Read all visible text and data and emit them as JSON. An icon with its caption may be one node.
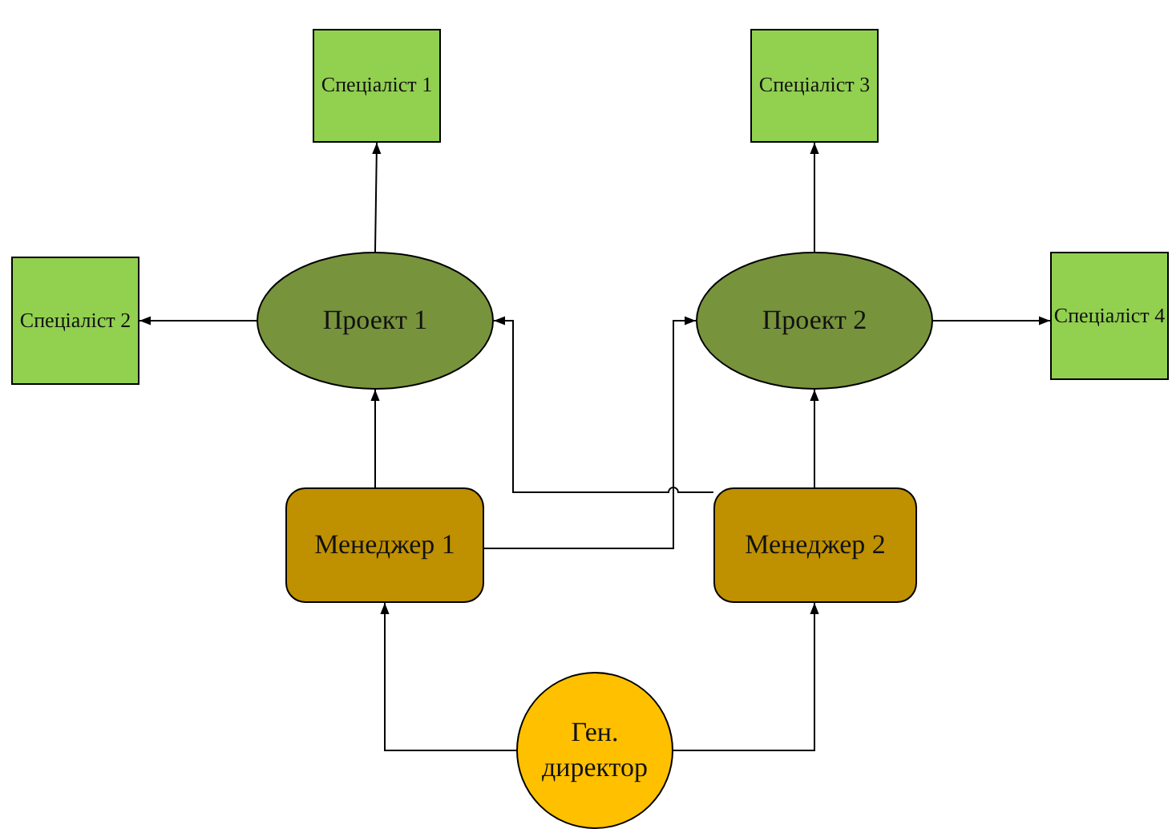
{
  "diagram": {
    "nodes": [
      {
        "text": [
          "Спеціаліст 1"
        ]
      },
      {
        "text": [
          "Спеціаліст 3"
        ]
      },
      {
        "text": [
          "Спеціаліст 2"
        ]
      },
      {
        "text": [
          "Проект 1"
        ]
      },
      {
        "text": [
          "Проект 2"
        ]
      },
      {
        "text": [
          "Спеціаліст 4"
        ]
      },
      {
        "text": [
          "Менеджер 1"
        ]
      },
      {
        "text": [
          "Менеджер 2"
        ]
      },
      {
        "text": [
          "Ген. директор"
        ]
      }
    ],
    "edges": [
      {
        "from": 3,
        "to": 0,
        "arrow": "to"
      },
      {
        "from": 3,
        "to": 2,
        "arrow": "to"
      },
      {
        "from": 4,
        "to": 1,
        "arrow": "to"
      },
      {
        "from": 4,
        "to": 5,
        "arrow": "to"
      },
      {
        "from": 6,
        "to": 3,
        "arrow": "to"
      },
      {
        "from": 7,
        "to": 4,
        "arrow": "to"
      },
      {
        "from": 6,
        "to": 4,
        "arrow": "to"
      },
      {
        "from": 7,
        "to": 3,
        "arrow": "to"
      },
      {
        "from": 8,
        "to": 6,
        "arrow": "to"
      },
      {
        "from": 8,
        "to": 7,
        "arrow": "to"
      }
    ]
  }
}
